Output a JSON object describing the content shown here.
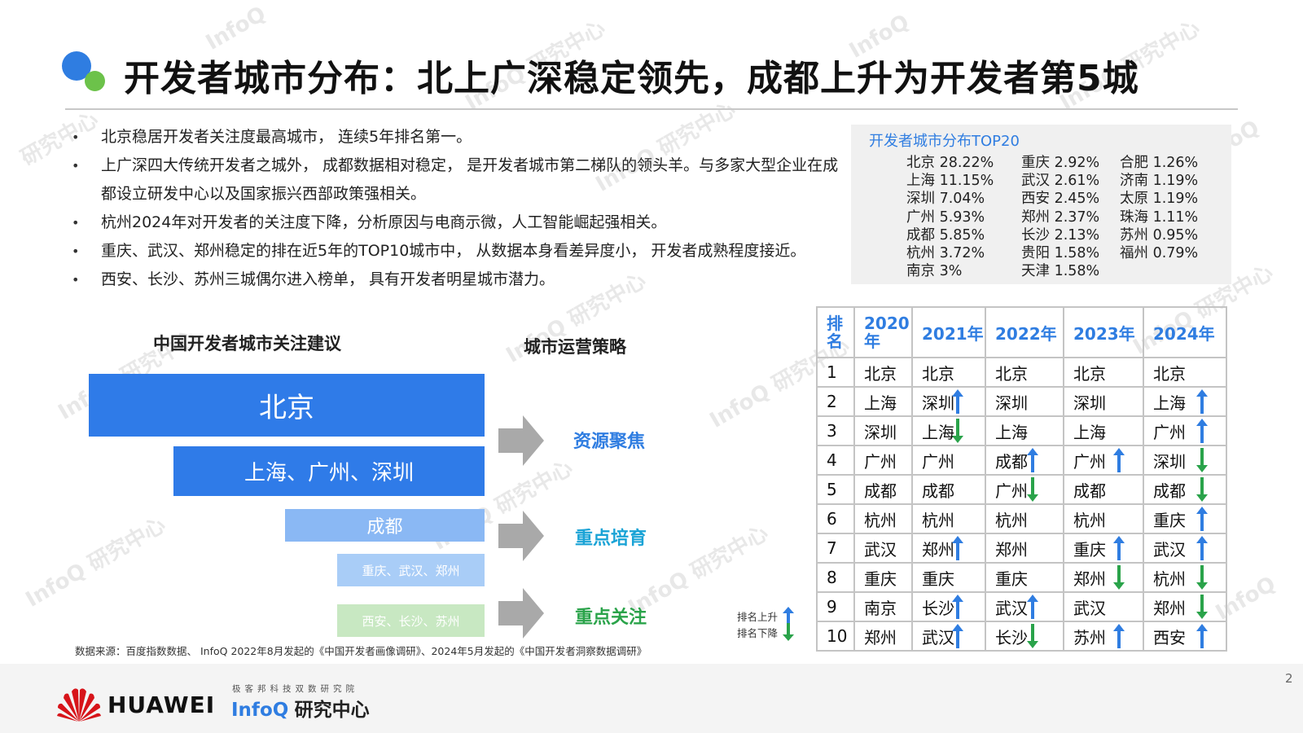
{
  "title": "开发者城市分布：北上广深稳定领先，成都上升为开发者第5城",
  "bullets": [
    "北京稳居开发者关注度最高城市， 连续5年排名第一。",
    "上广深四大传统开发者之城外， 成都数据相对稳定， 是开发者城市第二梯队的领头羊。与多家大型企业在成都设立研发中心以及国家振兴西部政策强相关。",
    "杭州2024年对开发者的关注度下降，分析原因与电商示微，人工智能崛起强相关。",
    "重庆、武汉、郑州稳定的排在近5年的TOP10城市中， 从数据本身看差异度小， 开发者成熟程度接近。",
    "西安、长沙、苏州三城偶尔进入榜单， 具有开发者明星城市潜力。"
  ],
  "top20": {
    "title": "开发者城市分布TOP20",
    "col1": [
      "北京 28.22%",
      "上海 11.15%",
      "深圳 7.04%",
      "广州 5.93%",
      "成都 5.85%",
      "杭州 3.72%",
      "南京 3%"
    ],
    "col2": [
      "重庆 2.92%",
      "武汉 2.61%",
      "西安 2.45%",
      "郑州 2.37%",
      "长沙 2.13%",
      "贵阳 1.58%",
      "天津 1.58%"
    ],
    "col3": [
      "合肥 1.26%",
      "济南 1.19%",
      "太原 1.19%",
      "珠海 1.11%",
      "苏州 0.95%",
      "福州 0.79%"
    ]
  },
  "pyramid": {
    "heading": "中国开发者城市关注建议",
    "levels": [
      "北京",
      "上海、广州、深圳",
      "成都",
      "重庆、武汉、郑州",
      "西安、长沙、苏州"
    ]
  },
  "strategy": {
    "heading": "城市运营策略",
    "items": [
      {
        "label": "资源聚焦",
        "color": "#2f7de1"
      },
      {
        "label": "重点培育",
        "color": "#1aa3d6"
      },
      {
        "label": "重点关注",
        "color": "#2aa34a"
      }
    ]
  },
  "ranking": {
    "headers": [
      "排名",
      "2020年",
      "2021年",
      "2022年",
      "2023年",
      "2024年"
    ],
    "rows": [
      {
        "rank": "1",
        "cities": [
          "北京",
          "北京",
          "北京",
          "北京",
          "北京"
        ],
        "trend": [
          "",
          "",
          "",
          "",
          ""
        ]
      },
      {
        "rank": "2",
        "cities": [
          "上海",
          "深圳",
          "深圳",
          "深圳",
          "上海"
        ],
        "trend": [
          "",
          "up",
          "",
          "",
          "up"
        ]
      },
      {
        "rank": "3",
        "cities": [
          "深圳",
          "上海",
          "上海",
          "上海",
          "广州"
        ],
        "trend": [
          "",
          "down",
          "",
          "",
          "up"
        ]
      },
      {
        "rank": "4",
        "cities": [
          "广州",
          "广州",
          "成都",
          "广州",
          "深圳"
        ],
        "trend": [
          "",
          "",
          "up",
          "up",
          "down"
        ]
      },
      {
        "rank": "5",
        "cities": [
          "成都",
          "成都",
          "广州",
          "成都",
          "成都"
        ],
        "trend": [
          "",
          "",
          "down",
          "",
          "down"
        ]
      },
      {
        "rank": "6",
        "cities": [
          "杭州",
          "杭州",
          "杭州",
          "杭州",
          "重庆"
        ],
        "trend": [
          "",
          "",
          "",
          "",
          "up"
        ]
      },
      {
        "rank": "7",
        "cities": [
          "武汉",
          "郑州",
          "郑州",
          "重庆",
          "武汉"
        ],
        "trend": [
          "",
          "up",
          "",
          "up",
          "up"
        ]
      },
      {
        "rank": "8",
        "cities": [
          "重庆",
          "重庆",
          "重庆",
          "郑州",
          "杭州"
        ],
        "trend": [
          "",
          "",
          "",
          "down",
          "down"
        ]
      },
      {
        "rank": "9",
        "cities": [
          "南京",
          "长沙",
          "武汉",
          "武汉",
          "郑州"
        ],
        "trend": [
          "",
          "up",
          "up",
          "",
          "down"
        ]
      },
      {
        "rank": "10",
        "cities": [
          "郑州",
          "武汉",
          "长沙",
          "苏州",
          "西安"
        ],
        "trend": [
          "",
          "up",
          "down",
          "up",
          "up"
        ]
      }
    ]
  },
  "legend": {
    "up": "排名上升",
    "down": "排名下降"
  },
  "colors": {
    "up": "#2f7de1",
    "down": "#2aa34a",
    "accent": "#2f7de1"
  },
  "source": "数据来源：百度指数数据、 InfoQ 2022年8月发起的《中国开发者画像调研》、2024年5月发起的《中国开发者洞察数据调研》",
  "footer": {
    "brand": "HUAWEI",
    "infoq_tagline": "极客邦科技双数研究院",
    "infoq_name": "InfoQ",
    "infoq_cn": "研究中心",
    "page_number": "2"
  }
}
